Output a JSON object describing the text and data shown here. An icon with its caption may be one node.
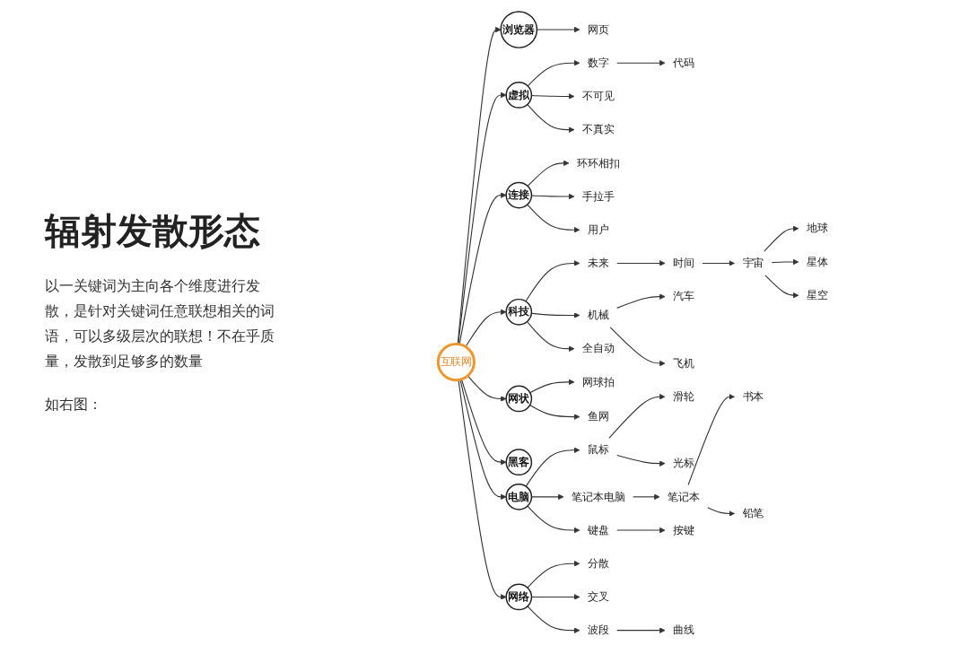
{
  "diagram": {
    "title": "辐射发散形态",
    "nodes": [
      {
        "text": [
          "互联网"
        ]
      },
      {
        "text": [
          "浏览器"
        ]
      },
      {
        "text": [
          "虚拟"
        ]
      },
      {
        "text": [
          "连接"
        ]
      },
      {
        "text": [
          "科技"
        ]
      },
      {
        "text": [
          "网状"
        ]
      },
      {
        "text": [
          "黑客"
        ]
      },
      {
        "text": [
          "电脑"
        ]
      },
      {
        "text": [
          "网络"
        ]
      },
      {
        "text": [
          "网页"
        ]
      },
      {
        "text": [
          "代码"
        ]
      },
      {
        "text": [
          "数字"
        ]
      },
      {
        "text": [
          "不可见"
        ]
      },
      {
        "text": [
          "不真实"
        ]
      },
      {
        "text": [
          "环环相扣"
        ]
      },
      {
        "text": [
          "手拉手"
        ]
      },
      {
        "text": [
          "用户"
        ]
      },
      {
        "text": [
          "未来"
        ]
      },
      {
        "text": [
          "时间"
        ]
      },
      {
        "text": [
          "宇宙"
        ]
      },
      {
        "text": [
          "地球"
        ]
      },
      {
        "text": [
          "星体"
        ]
      },
      {
        "text": [
          "星空"
        ]
      },
      {
        "text": [
          "汽车"
        ]
      },
      {
        "text": [
          "机械"
        ]
      },
      {
        "text": [
          "飞机"
        ]
      },
      {
        "text": [
          "全自动"
        ]
      },
      {
        "text": [
          "网球拍"
        ]
      },
      {
        "text": [
          "鱼网"
        ]
      },
      {
        "text": [
          "鼠标"
        ]
      },
      {
        "text": [
          "滑轮"
        ]
      },
      {
        "text": [
          "光标"
        ]
      },
      {
        "text": [
          "笔记本电脑"
        ]
      },
      {
        "text": [
          "笔记本"
        ]
      },
      {
        "text": [
          "书本"
        ]
      },
      {
        "text": [
          "铅笔"
        ]
      },
      {
        "text": [
          "键盘"
        ]
      },
      {
        "text": [
          "按键"
        ]
      },
      {
        "text": [
          "分散"
        ]
      },
      {
        "text": [
          "交叉"
        ]
      },
      {
        "text": [
          "波段"
        ]
      },
      {
        "text": [
          "曲线"
        ]
      }
    ],
    "edges": [
      {
        "from": 0,
        "to": 1,
        "arrow": "to"
      },
      {
        "from": 0,
        "to": 2,
        "arrow": "to"
      },
      {
        "from": 0,
        "to": 3,
        "arrow": "to"
      },
      {
        "from": 0,
        "to": 4,
        "arrow": "to"
      },
      {
        "from": 0,
        "to": 5,
        "arrow": "to"
      },
      {
        "from": 0,
        "to": 6,
        "arrow": "to"
      },
      {
        "from": 0,
        "to": 7,
        "arrow": "to"
      },
      {
        "from": 0,
        "to": 8,
        "arrow": "to"
      },
      {
        "from": 1,
        "to": 9,
        "arrow": "to"
      },
      {
        "from": 11,
        "to": 10,
        "arrow": "to"
      },
      {
        "from": 2,
        "to": 11,
        "arrow": "to"
      },
      {
        "from": 2,
        "to": 12,
        "arrow": "to"
      },
      {
        "from": 2,
        "to": 13,
        "arrow": "to"
      },
      {
        "from": 3,
        "to": 14,
        "arrow": "to"
      },
      {
        "from": 3,
        "to": 15,
        "arrow": "to"
      },
      {
        "from": 3,
        "to": 16,
        "arrow": "to"
      },
      {
        "from": 4,
        "to": 17,
        "arrow": "to"
      },
      {
        "from": 17,
        "to": 18,
        "arrow": "to"
      },
      {
        "from": 18,
        "to": 19,
        "arrow": "to"
      },
      {
        "from": 19,
        "to": 20,
        "arrow": "to"
      },
      {
        "from": 19,
        "to": 21,
        "arrow": "to"
      },
      {
        "from": 19,
        "to": 22,
        "arrow": "to"
      },
      {
        "from": 4,
        "to": 24,
        "arrow": "to"
      },
      {
        "from": 24,
        "to": 23,
        "arrow": "to"
      },
      {
        "from": 24,
        "to": 25,
        "arrow": "to"
      },
      {
        "from": 4,
        "to": 26,
        "arrow": "to"
      },
      {
        "from": 5,
        "to": 27,
        "arrow": "to"
      },
      {
        "from": 5,
        "to": 28,
        "arrow": "to"
      },
      {
        "from": 7,
        "to": 29,
        "arrow": "to"
      },
      {
        "from": 29,
        "to": 30,
        "arrow": "to"
      },
      {
        "from": 29,
        "to": 31,
        "arrow": "to"
      },
      {
        "from": 7,
        "to": 32,
        "arrow": "to"
      },
      {
        "from": 32,
        "to": 33,
        "arrow": "to"
      },
      {
        "from": 33,
        "to": 34,
        "arrow": "to"
      },
      {
        "from": 33,
        "to": 35,
        "arrow": "to"
      },
      {
        "from": 7,
        "to": 36,
        "arrow": "to"
      },
      {
        "from": 36,
        "to": 37,
        "arrow": "to"
      },
      {
        "from": 8,
        "to": 38,
        "arrow": "to"
      },
      {
        "from": 8,
        "to": 39,
        "arrow": "to"
      },
      {
        "from": 8,
        "to": 40,
        "arrow": "to"
      },
      {
        "from": 40,
        "to": 41,
        "arrow": "to"
      }
    ],
    "labels": [
      "以一关键词为主向各个维度进行发散，是针对关键词任意联想相关的词语，可以多级层次的联想！不在乎质量，发散到足够多的数量",
      "如右图："
    ]
  }
}
